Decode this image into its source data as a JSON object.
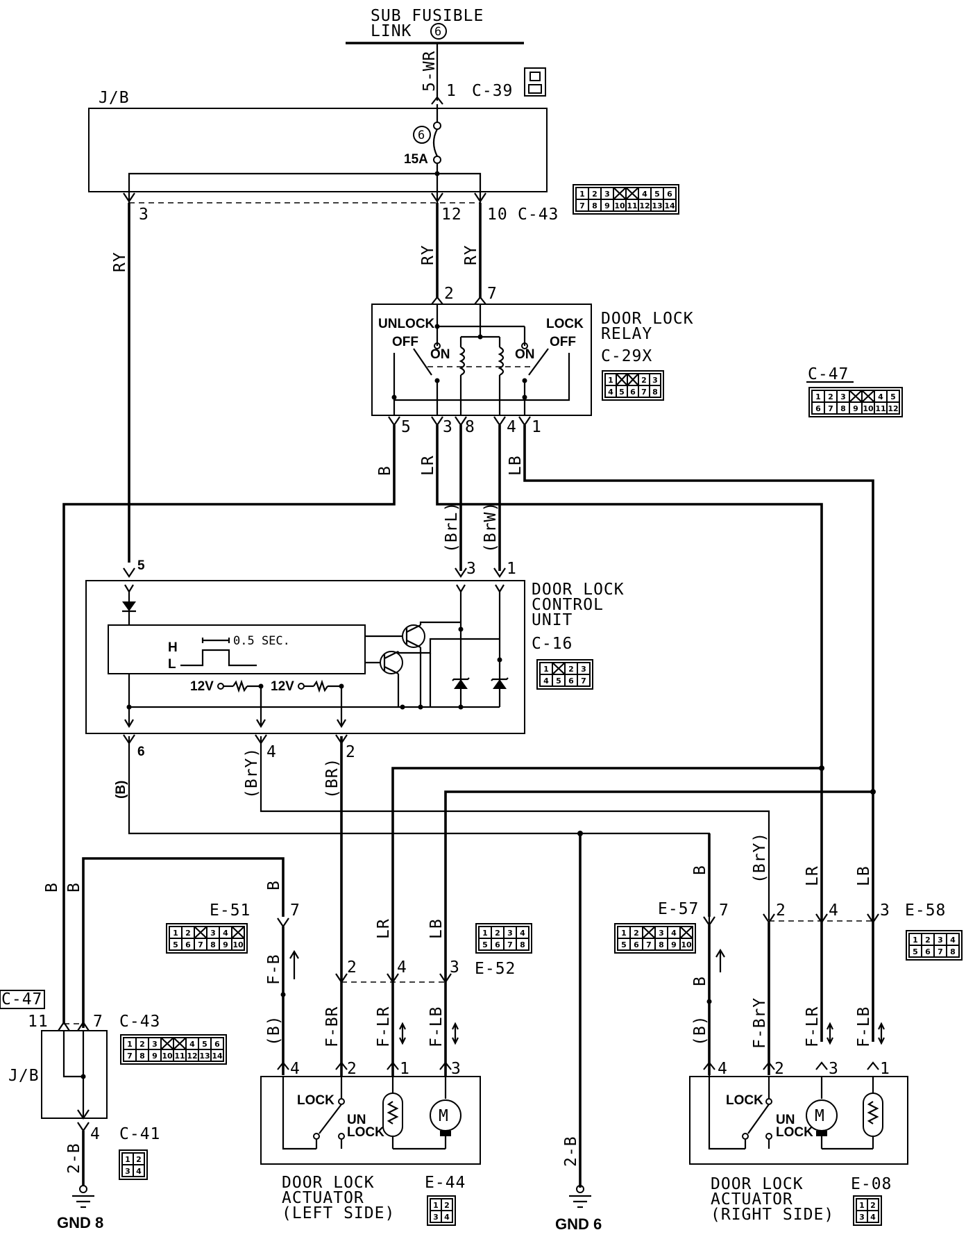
{
  "supply": {
    "line1": "SUB FUSIBLE",
    "line2": "LINK",
    "link_no": "6"
  },
  "jb_top": {
    "label": "J/B",
    "fuse_no": "6",
    "fuse_rating": "15A"
  },
  "wires": {
    "w_5wr": "5-WR",
    "w_ry_left": "RY",
    "w_ry_mid": "RY",
    "w_ry_right": "RY",
    "w_b_relay": "B",
    "w_lr_relay": "LR",
    "w_lb_relay": "LB",
    "w_brl": "(BrL)",
    "w_brw": "(BrW)",
    "w_b_cu": "(B)",
    "w_bry_cu": "(BrY)",
    "w_br_cu": "(BR)",
    "w_b_jb1": "B",
    "w_b_jb2": "B",
    "w_b_e51": "B",
    "w_fb": "F-B",
    "w_b_paren_l": "(B)",
    "w_fbr": "F-BR",
    "w_lr_l": "LR",
    "w_flr_l": "F-LR",
    "w_lb_l": "LB",
    "w_flb_l": "F-LB",
    "w_2b_gnd8": "2-B",
    "w_2b_gnd6": "2-B",
    "w_b_e57": "B",
    "w_b_e57_lower": "B",
    "w_b_paren_r": "(B)",
    "w_bry_r": "(BrY)",
    "w_fbry": "F-BrY",
    "w_lr_r": "LR",
    "w_flr_r": "F-LR",
    "w_lb_r": "LB",
    "w_flb_r": "F-LB"
  },
  "pins": {
    "c39_1": "1",
    "c43_3": "3",
    "c43_12": "12",
    "c43_10": "10",
    "relay_2": "2",
    "relay_7": "7",
    "relay_5": "5",
    "relay_3": "3",
    "relay_8": "8",
    "relay_4": "4",
    "relay_1": "1",
    "cu_5": "5",
    "cu_3": "3",
    "cu_1": "1",
    "cu_6": "6",
    "cu_4": "4",
    "cu_2": "2",
    "e51_7": "7",
    "e52_2": "2",
    "e52_4": "4",
    "e52_3": "3",
    "act_l_4": "4",
    "act_l_2": "2",
    "act_l_1": "1",
    "act_l_3": "3",
    "e57_7": "7",
    "e58_2": "2",
    "e58_4": "4",
    "e58_3": "3",
    "act_r_4": "4",
    "act_r_2": "2",
    "act_r_3": "3",
    "act_r_1": "1",
    "jb_11": "11",
    "jb_7": "7",
    "jb_4": "4"
  },
  "connectors": {
    "c39": "C-39",
    "c43_top": "C-43",
    "c29x": "C-29X",
    "c47_right": "C-47",
    "c16": "C-16",
    "e51": "E-51",
    "e52": "E-52",
    "e57": "E-57",
    "e58": "E-58",
    "c47_left": "C-47",
    "c43_bottom": "C-43",
    "c41": "C-41",
    "e44": "E-44",
    "e08": "E-08"
  },
  "relay": {
    "title1": "DOOR LOCK",
    "title2": "RELAY",
    "unlock": "UNLOCK",
    "lock": "LOCK",
    "off_left": "OFF",
    "on_left": "ON",
    "on_right": "ON",
    "off_right": "OFF"
  },
  "control_unit": {
    "title1": "DOOR LOCK",
    "title2": "CONTROL",
    "title3": "UNIT",
    "pulse": "0.5 SEC.",
    "h": "H",
    "l": "L",
    "v1": "12V",
    "v2": "12V"
  },
  "actuator_left": {
    "title1": "DOOR LOCK",
    "title2": "ACTUATOR",
    "title3": "(LEFT SIDE)",
    "lock": "LOCK",
    "un": "UN",
    "unlock": "LOCK",
    "motor": "M"
  },
  "actuator_right": {
    "title1": "DOOR LOCK",
    "title2": "ACTUATOR",
    "title3": "(RIGHT SIDE)",
    "lock": "LOCK",
    "un": "UN",
    "unlock": "LOCK",
    "motor": "M"
  },
  "jb_bottom": {
    "label": "J/B"
  },
  "grounds": {
    "gnd8": "GND 8",
    "gnd6": "GND 6"
  },
  "connector_faces": {
    "c43_14": [
      "1",
      "2",
      "3",
      "",
      "4",
      "5",
      "6",
      "7",
      "8",
      "9",
      "10",
      "11",
      "12",
      "13",
      "14"
    ],
    "c29x_8": [
      "1",
      "",
      "2",
      "3",
      "4",
      "5",
      "6",
      "7",
      "8"
    ],
    "c47_12": [
      "1",
      "2",
      "3",
      "",
      "4",
      "5",
      "6",
      "7",
      "8",
      "9",
      "10",
      "11",
      "12"
    ],
    "c16_7": [
      "1",
      "",
      "2",
      "3",
      "4",
      "5",
      "6",
      "7"
    ],
    "e51_10": [
      "1",
      "2",
      "",
      "3",
      "4",
      "5",
      "6",
      "7",
      "8",
      "9",
      "10"
    ],
    "e52_8": [
      "1",
      "2",
      "3",
      "4",
      "5",
      "6",
      "7",
      "8"
    ],
    "c41_4": [
      "1",
      "2",
      "3",
      "4"
    ]
  }
}
